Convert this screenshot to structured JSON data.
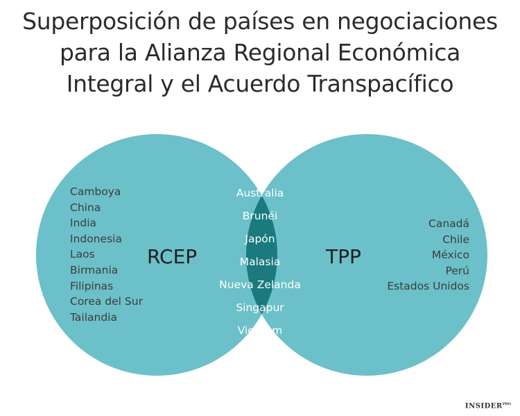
{
  "title_lines": [
    "Superposición de países en negociaciones",
    "para la Alianza Regional Económica",
    "Integral y el Acuerdo Transpacífico"
  ],
  "colors": {
    "circle_fill": "#6cc0c9",
    "overlap_fill": "#1a7a7e",
    "text_dark": "#3c3c3c"
  },
  "sets": {
    "left": {
      "label": "RCEP",
      "countries": [
        "Camboya",
        "China",
        "India",
        "Indonesia",
        "Laos",
        "Birmania",
        "Filipinas",
        "Corea del Sur",
        "Tailandia"
      ]
    },
    "right": {
      "label": "TPP",
      "countries": [
        "Canadá",
        "Chile",
        "México",
        "Perú",
        "Estados Unidos"
      ]
    },
    "overlap": {
      "countries": [
        "Australia",
        "Brunéi",
        "Japón",
        "Malasia",
        "Nueva Zelanda",
        "Singapur",
        "Vietnam"
      ]
    }
  },
  "brand": {
    "name": "INSIDER",
    "suffix": "PRO"
  }
}
